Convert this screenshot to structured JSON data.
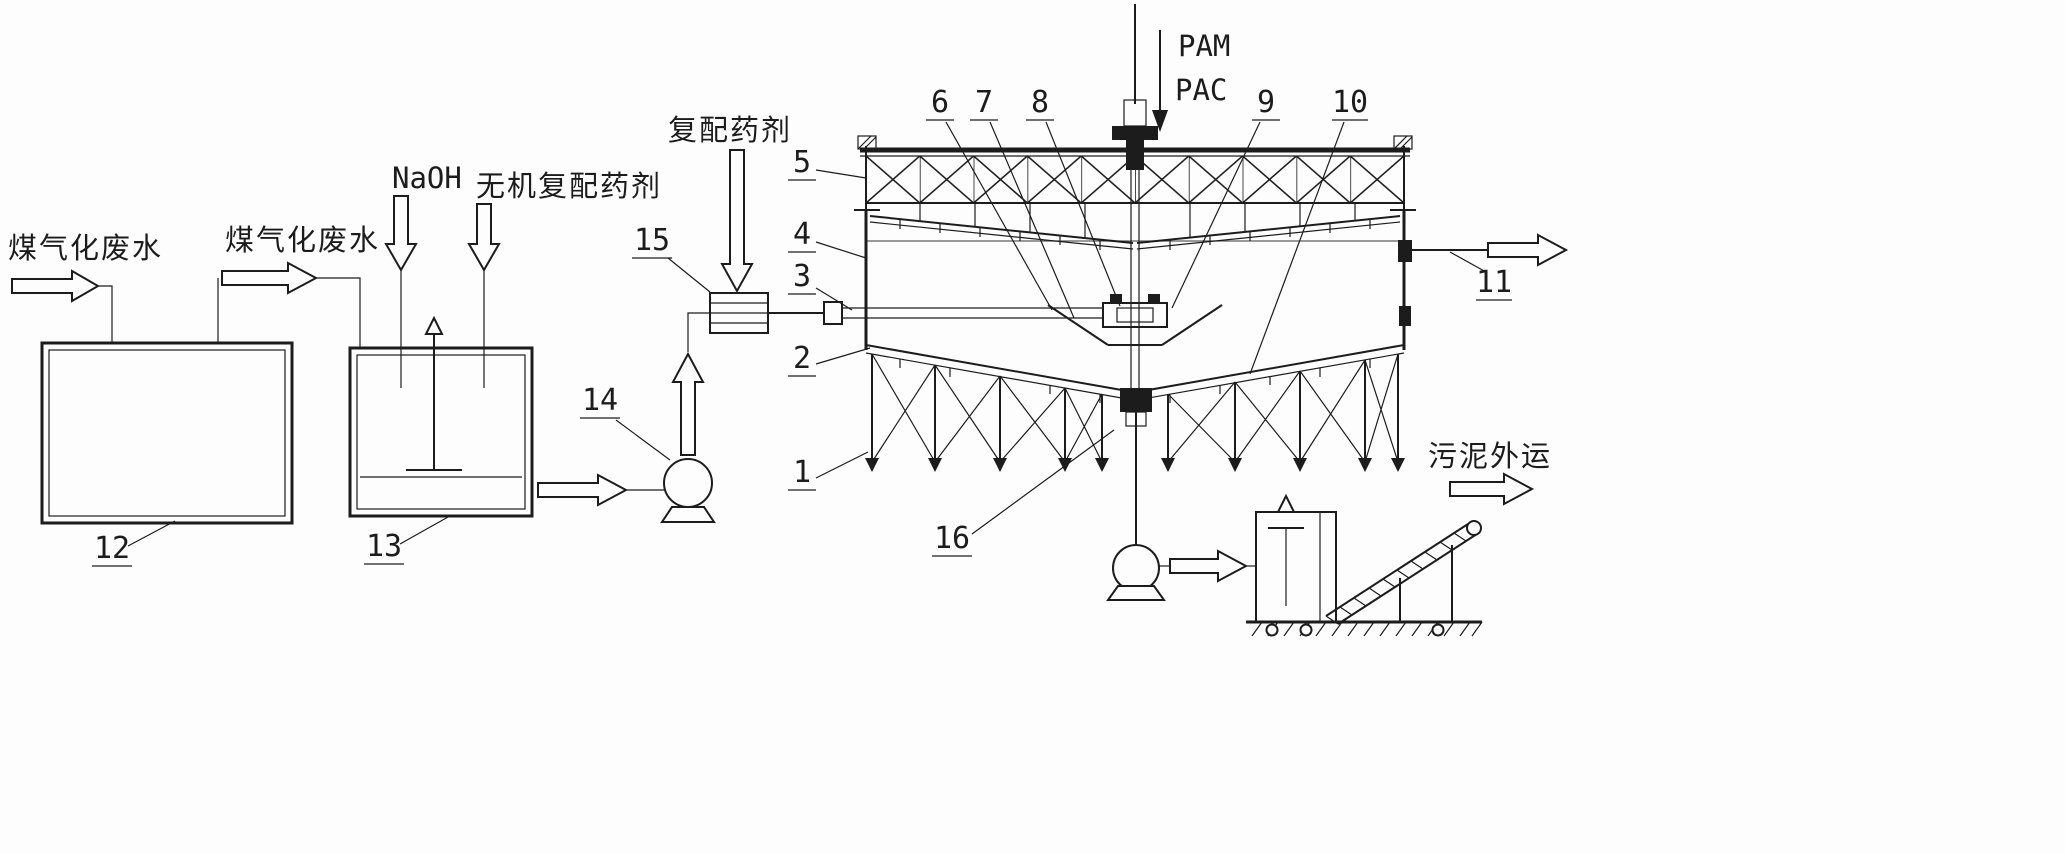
{
  "diagram": {
    "labels": {
      "feed_left": "煤气化废水",
      "feed_mid": "煤气化废水",
      "naoh": "NaOH",
      "inorganic_agent": "无机复配药剂",
      "compound_agent": "复配药剂",
      "pam": "PAM",
      "pac": "PAC",
      "sludge_out": "污泥外运"
    },
    "parts": {
      "p1": "1",
      "p2": "2",
      "p3": "3",
      "p4": "4",
      "p5": "5",
      "p6": "6",
      "p7": "7",
      "p8": "8",
      "p9": "9",
      "p10": "10",
      "p11": "11",
      "p12": "12",
      "p13": "13",
      "p14": "14",
      "p15": "15",
      "p16": "16"
    },
    "colors": {
      "line": "#1c1c1c",
      "background": "#fdfdfd"
    }
  }
}
